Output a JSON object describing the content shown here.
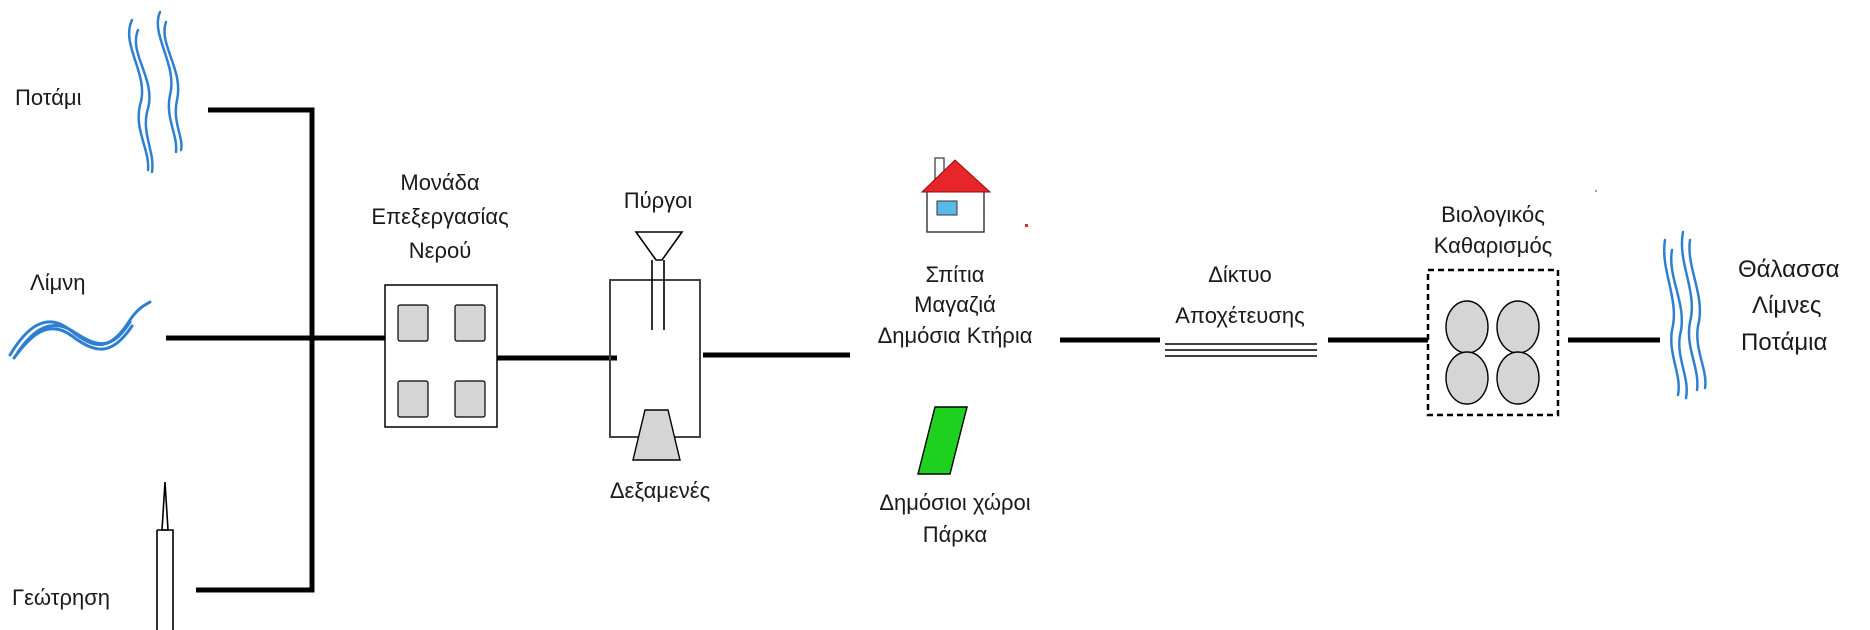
{
  "sources": {
    "river": "Ποτάμι",
    "lake": "Λίμνη",
    "borehole": "Γεώτρηση"
  },
  "treatment_unit": {
    "line1": "Μονάδα",
    "line2": "Επεξεργασίας",
    "line3": "Νερού"
  },
  "storage": {
    "towers": "Πύργοι",
    "tanks": "Δεξαμενές"
  },
  "consumers": {
    "buildings_line1": "Σπίτια",
    "buildings_line2": "Μαγαζιά",
    "buildings_line3": "Δημόσια Κτήρια",
    "public_line1": "Δημόσιοι χώροι",
    "public_line2": "Πάρκα"
  },
  "sewer": {
    "line1": "Δίκτυο",
    "line2": "Αποχέτευσης"
  },
  "biological": {
    "line1": "Βιολογικός",
    "line2": "Καθαρισμός"
  },
  "outlet": {
    "line1": "Θάλασσα",
    "line2": "Λίμνες",
    "line3": "Ποτάμια"
  },
  "colors": {
    "water": "#2f7fd1",
    "roof": "#e8262a",
    "window": "#5bb8e8",
    "park": "#1fd11f",
    "unit_fill": "#d5d5d5"
  }
}
